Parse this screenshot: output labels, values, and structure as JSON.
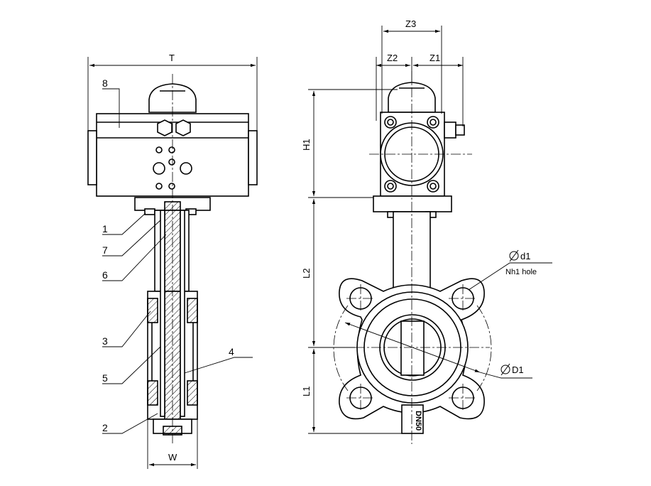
{
  "drawing": {
    "dimensions": {
      "T": "T",
      "W": "W",
      "Z3": "Z3",
      "Z2": "Z2",
      "Z1": "Z1",
      "H1": "H1",
      "L2": "L2",
      "L1": "L1",
      "d1": "d1",
      "D1": "D1",
      "hole_note": "Nh1 hole"
    },
    "callouts": [
      "8",
      "1",
      "7",
      "6",
      "3",
      "5",
      "4",
      "2"
    ],
    "body_marking": "DN50"
  }
}
